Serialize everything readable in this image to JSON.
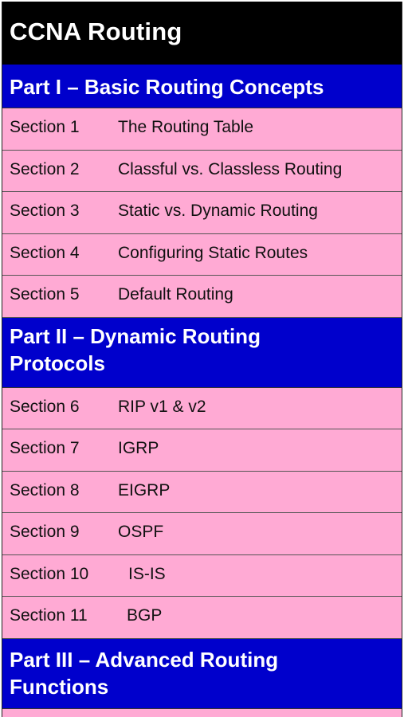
{
  "header": {
    "title": "CCNA Routing"
  },
  "parts": [
    {
      "label": "Part I – Basic Routing Concepts",
      "sections": [
        {
          "section": "Section 1",
          "topic": "The Routing Table"
        },
        {
          "section": "Section 2",
          "topic": "Classful vs. Classless Routing"
        },
        {
          "section": "Section 3",
          "topic": "Static vs. Dynamic Routing"
        },
        {
          "section": "Section 4",
          "topic": "Configuring Static Routes"
        },
        {
          "section": "Section 5",
          "topic": "Default Routing"
        }
      ]
    },
    {
      "label_line1": "Part II – Dynamic Routing",
      "label_line2": "Protocols",
      "sections": [
        {
          "section": "Section 6",
          "topic": "RIP v1 & v2"
        },
        {
          "section": "Section 7",
          "topic": "IGRP"
        },
        {
          "section": "Section 8",
          "topic": "EIGRP"
        },
        {
          "section": "Section 9",
          "topic": "OSPF"
        },
        {
          "section": "Section 10",
          "topic": "IS-IS"
        },
        {
          "section": "Section 11",
          "topic": "BGP"
        }
      ]
    },
    {
      "label_line1": "Part III – Advanced Routing",
      "label_line2": "Functions"
    }
  ],
  "colors": {
    "title_bg": "#000000",
    "part_bg": "#0000cc",
    "row_bg": "#ffaad4"
  }
}
